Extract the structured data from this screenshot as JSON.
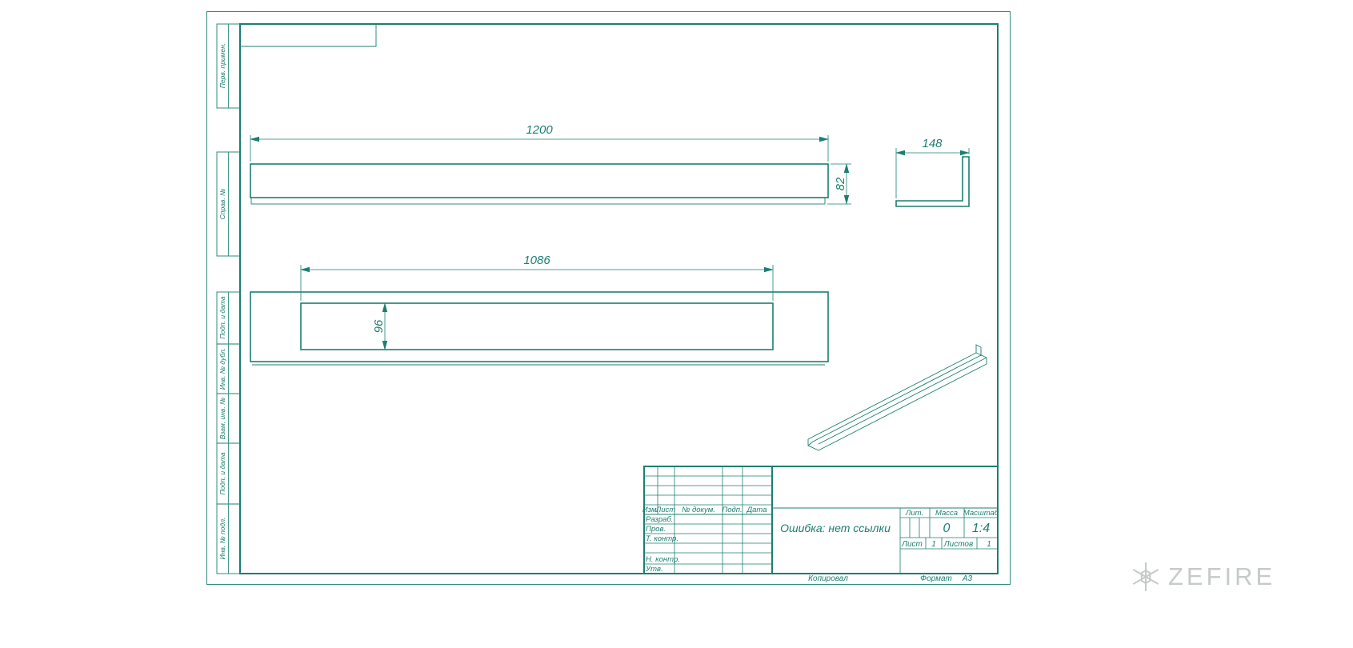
{
  "colors": {
    "ink": "#1b7f71",
    "watermark": "#c6cac9"
  },
  "strips": [
    {
      "label": "Перв. примен."
    },
    {
      "label": "Справ. №"
    },
    {
      "label": "Подп. и дата"
    },
    {
      "label": "Инв. № дубл."
    },
    {
      "label": "Взам. инв. №"
    },
    {
      "label": "Подп. и дата"
    },
    {
      "label": "Инв. № подл."
    }
  ],
  "views": {
    "top_view": {
      "length": "1200",
      "height": "82"
    },
    "side_view": {
      "width": "148"
    },
    "front_view": {
      "length": "1086",
      "opening_height": "96"
    }
  },
  "title_block": {
    "headers": [
      "Изм.",
      "Лист",
      "№ докум.",
      "Подп.",
      "Дата"
    ],
    "roles": [
      "Разраб.",
      "Пров.",
      "Т. контр.",
      "Н. контр.",
      "Утв."
    ],
    "doc_title": "Ошибка: нет ссылки",
    "lit_label": "Лит.",
    "mass_label": "Масса",
    "mass_value": "0",
    "scale_label": "Масштаб",
    "scale_value": "1:4",
    "sheet_label": "Лист",
    "sheet_value": "1",
    "sheets_label": "Листов",
    "sheets_value": "1"
  },
  "footer": {
    "copy_label": "Копировал",
    "format_label": "Формат",
    "format_value": "А3"
  },
  "watermark": {
    "text": "ZEFIRE"
  }
}
